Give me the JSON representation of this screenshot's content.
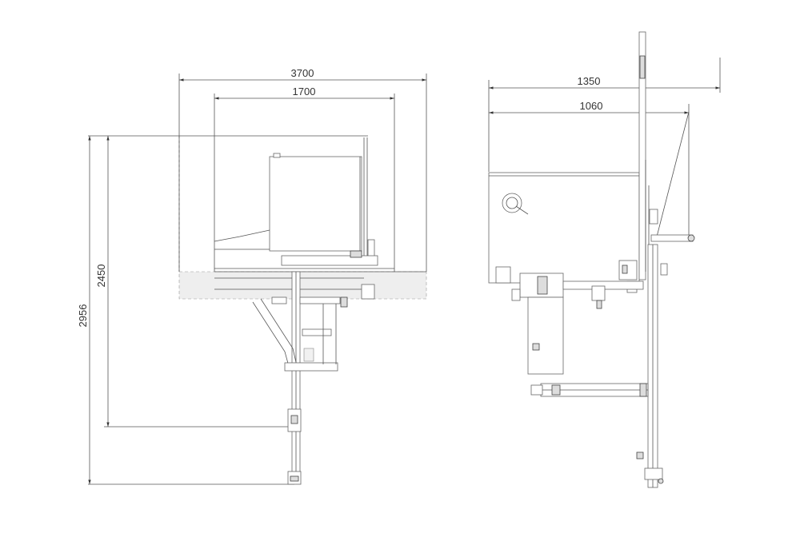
{
  "dimensions": {
    "plan_width_total": "3700",
    "plan_width_inner": "1700",
    "plan_depth_inner": "2450",
    "plan_depth_total": "2956",
    "side_width_total": "1350",
    "side_width_inner": "1060"
  }
}
